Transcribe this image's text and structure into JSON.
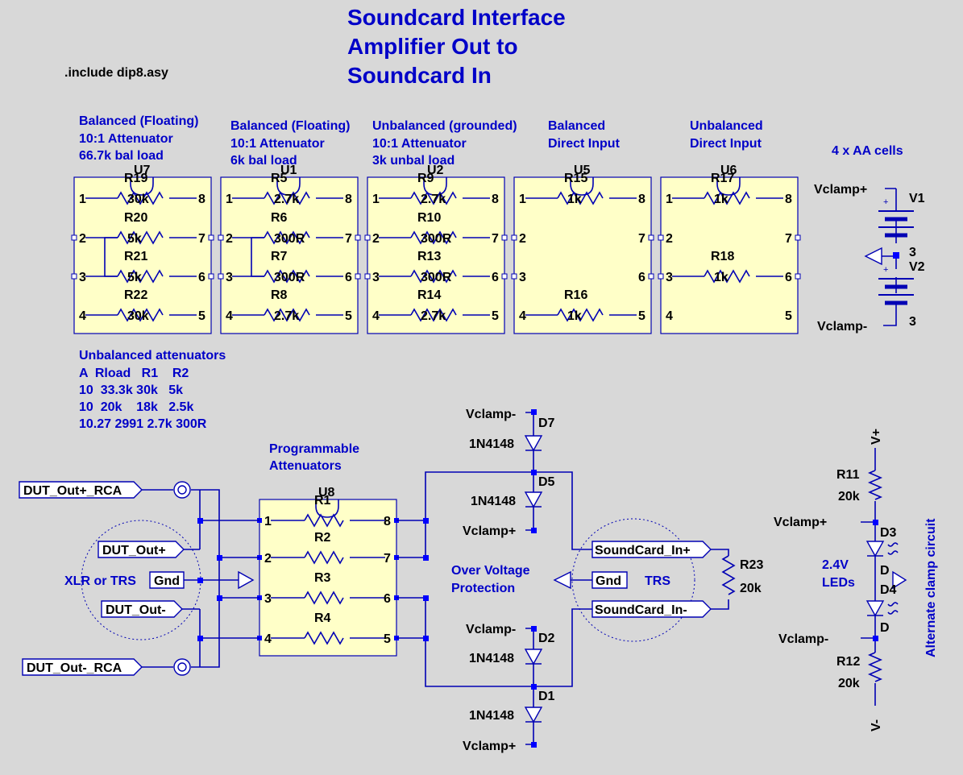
{
  "title": [
    "Soundcard Interface",
    "Amplifier Out to",
    "Soundcard In"
  ],
  "directive": ".include dip8.asy",
  "attenuators": [
    {
      "label": [
        "Balanced (Floating)",
        "10:1 Attenuator",
        "66.7k bal load"
      ],
      "ref": "U7",
      "resistors": [
        [
          "R19",
          "30k"
        ],
        [
          "R20",
          "5k"
        ],
        [
          "R21",
          "5k"
        ],
        [
          "R22",
          "30k"
        ]
      ]
    },
    {
      "label": [
        "Balanced (Floating)",
        "10:1 Attenuator",
        "6k bal load"
      ],
      "ref": "U1",
      "resistors": [
        [
          "R5",
          "2.7k"
        ],
        [
          "R6",
          "300R"
        ],
        [
          "R7",
          "300R"
        ],
        [
          "R8",
          "2.7k"
        ]
      ]
    },
    {
      "label": [
        "Unbalanced (grounded)",
        "10:1 Attenuator",
        "3k unbal load"
      ],
      "ref": "U2",
      "resistors": [
        [
          "R9",
          "2.7k"
        ],
        [
          "R10",
          "300R"
        ],
        [
          "R13",
          "300R"
        ],
        [
          "R14",
          "2.7k"
        ]
      ]
    },
    {
      "label": [
        "Balanced",
        "Direct Input"
      ],
      "ref": "U5",
      "resistors": [
        [
          "R15",
          "1k"
        ],
        [
          "R16",
          "1k"
        ]
      ]
    },
    {
      "label": [
        "Unbalanced",
        "Direct Input"
      ],
      "ref": "U6",
      "resistors": [
        [
          "R17",
          "1k"
        ],
        [
          "R18",
          "1k"
        ]
      ]
    }
  ],
  "pin_numbers": [
    "1",
    "2",
    "3",
    "4",
    "5",
    "6",
    "7",
    "8"
  ],
  "battery": {
    "label": "4 x AA cells",
    "v1": "V1",
    "v2": "V2",
    "val1": "3",
    "val2": "3",
    "top": "Vclamp+",
    "bottom": "Vclamp-"
  },
  "table": {
    "heading": "Unbalanced attenuators",
    "rows": [
      "A  Rload   R1    R2",
      "10  33.3k 30k   5k",
      "10  20k    18k   2.5k",
      "10.27 2991 2.7k 300R"
    ]
  },
  "programmable": {
    "label": [
      "Programmable",
      "Attenuators"
    ],
    "ref": "U8",
    "resistors": [
      "R1",
      "R2",
      "R3",
      "R4"
    ]
  },
  "inputs": {
    "out_plus_rca": "DUT_Out+_RCA",
    "out_minus_rca": "DUT_Out-_RCA",
    "out_plus": "DUT_Out+",
    "out_minus": "DUT_Out-",
    "gnd": "Gnd",
    "connector_label": "XLR or TRS"
  },
  "protection": {
    "label": [
      "Over Voltage",
      "Protection"
    ],
    "diodes": [
      {
        "ref": "D7",
        "part": "1N4148",
        "rail": "Vclamp-"
      },
      {
        "ref": "D5",
        "part": "1N4148",
        "rail": "Vclamp+"
      },
      {
        "ref": "D2",
        "part": "1N4148",
        "rail": "Vclamp-"
      },
      {
        "ref": "D1",
        "part": "1N4148",
        "rail": "Vclamp+"
      }
    ]
  },
  "outputs": {
    "in_plus": "SoundCard_In+",
    "in_minus": "SoundCard_In-",
    "gnd": "Gnd",
    "trs": "TRS",
    "r23": "R23",
    "r23_val": "20k"
  },
  "clamp": {
    "vplus": "V+",
    "vminus": "V-",
    "r11": "R11",
    "r11_val": "20k",
    "r12": "R12",
    "r12_val": "20k",
    "vclamp_plus": "Vclamp+",
    "vclamp_minus": "Vclamp-",
    "d3": "D3",
    "d4": "D4",
    "d_model": "D",
    "led_label": [
      "2.4V",
      "LEDs"
    ],
    "side_label": "Alternate clamp circuit"
  }
}
